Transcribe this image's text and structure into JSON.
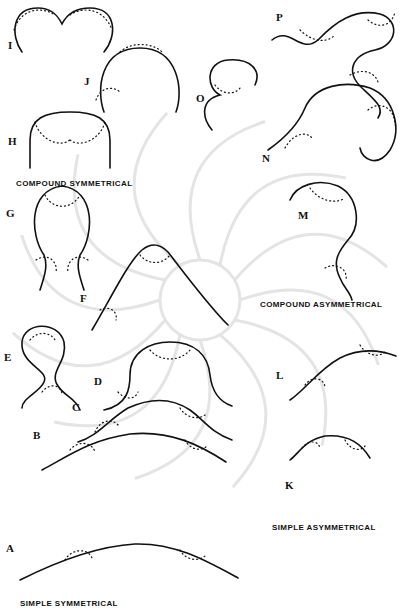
{
  "diagram": {
    "labels": [
      "I",
      "J",
      "P",
      "O",
      "H",
      "N",
      "COMPOUND SYMMETRICAL",
      "G",
      "M",
      "F",
      "COMPOUND ASYMMETRICAL",
      "E",
      "D",
      "L",
      "C",
      "B",
      "K",
      "SIMPLE ASYMMETRICAL",
      "A",
      "SIMPLE SYMMETRICAL"
    ]
  }
}
